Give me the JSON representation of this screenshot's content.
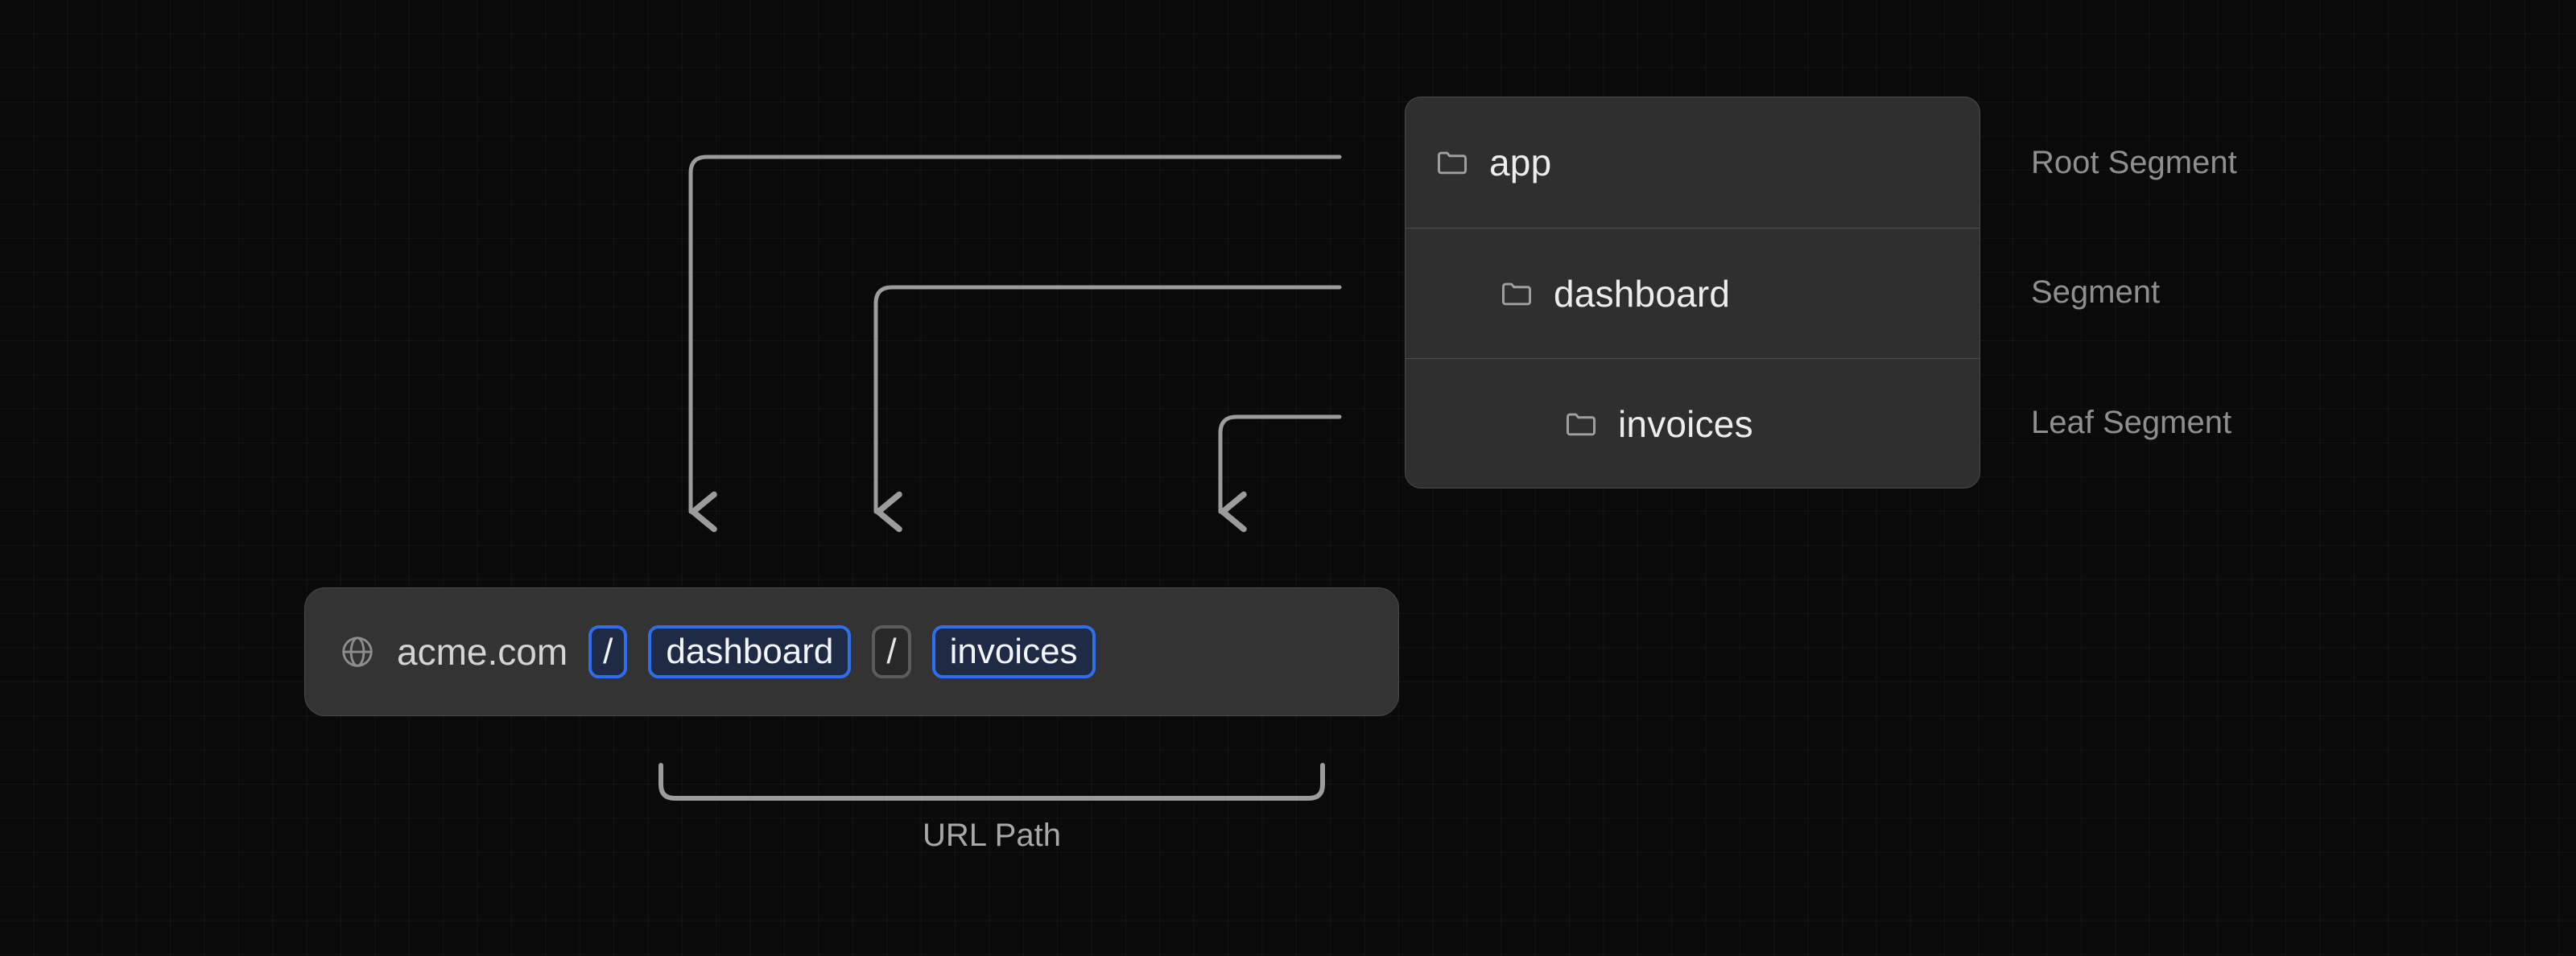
{
  "theme": {
    "background": "#0a0a0a",
    "grid_line": "rgba(255,255,255,0.038)",
    "panel_bg": "#2f2f2f",
    "panel_border": "#4a4a4a",
    "divider": "#4f4f4f",
    "text_primary": "#ededed",
    "text_muted": "#8f8f8f",
    "accent_blue": "#2f6fed",
    "chip_blue_fill": "#1f2b45",
    "chip_gray_border": "#5c5c5c",
    "connector_stroke": "#9c9c9c"
  },
  "tree_panel": {
    "rows": [
      {
        "icon": "folder-icon",
        "label": "app",
        "annotation": "Root Segment",
        "depth": 0
      },
      {
        "icon": "folder-icon",
        "label": "dashboard",
        "annotation": "Segment",
        "depth": 1
      },
      {
        "icon": "folder-icon",
        "label": "invoices",
        "annotation": "Leaf Segment",
        "depth": 2
      }
    ]
  },
  "url_bar": {
    "globe_icon": "globe-icon",
    "host": "acme.com",
    "segments": [
      {
        "text": "/",
        "style": "blue"
      },
      {
        "text": "dashboard",
        "style": "blue"
      },
      {
        "text": "/",
        "style": "gray"
      },
      {
        "text": "invoices",
        "style": "blue"
      }
    ]
  },
  "url_path": {
    "caption": "URL Path"
  },
  "connectors": [
    {
      "from": "app-row",
      "to": "slash-1-chip"
    },
    {
      "from": "dashboard-row",
      "to": "dashboard-chip"
    },
    {
      "from": "invoices-row",
      "to": "invoices-chip"
    }
  ]
}
